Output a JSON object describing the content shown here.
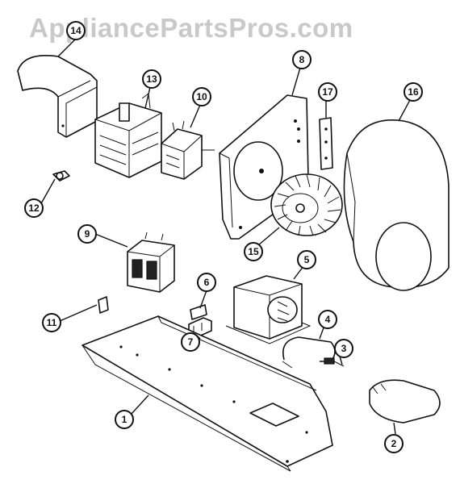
{
  "watermark": "AppliancePartsPros.com",
  "callouts": [
    {
      "id": "14",
      "label": "14"
    },
    {
      "id": "13",
      "label": "13"
    },
    {
      "id": "10",
      "label": "10"
    },
    {
      "id": "8",
      "label": "8"
    },
    {
      "id": "17",
      "label": "17"
    },
    {
      "id": "16",
      "label": "16"
    },
    {
      "id": "12",
      "label": "12"
    },
    {
      "id": "9",
      "label": "9"
    },
    {
      "id": "15",
      "label": "15"
    },
    {
      "id": "5",
      "label": "5"
    },
    {
      "id": "6",
      "label": "6"
    },
    {
      "id": "11",
      "label": "11"
    },
    {
      "id": "4",
      "label": "4"
    },
    {
      "id": "3",
      "label": "3"
    },
    {
      "id": "7",
      "label": "7"
    },
    {
      "id": "1",
      "label": "1"
    },
    {
      "id": "2",
      "label": "2"
    }
  ]
}
